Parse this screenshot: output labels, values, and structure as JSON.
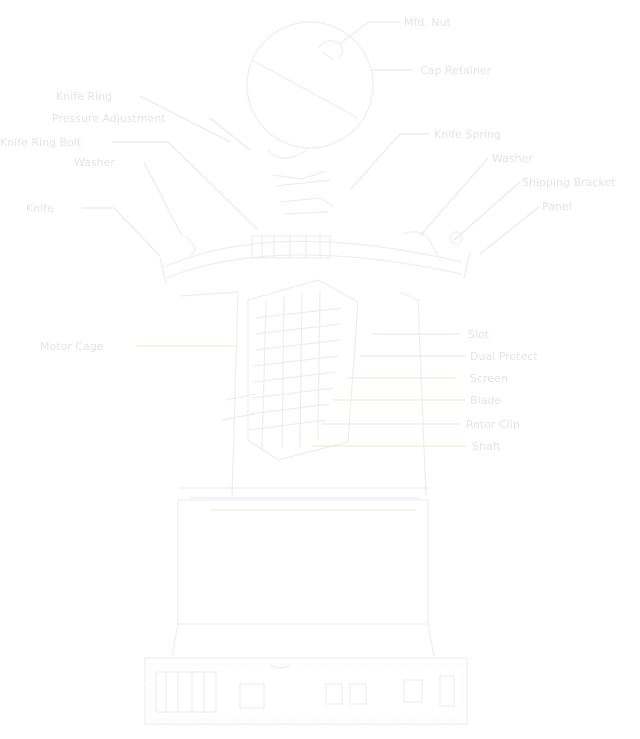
{
  "labels": {
    "top_right_1": "Mfd. Nut",
    "top_right_2": "Cap Retainer",
    "left_1": "Knife Ring",
    "left_2": "Pressure Adjustment",
    "left_3": "Knife Ring Bolt",
    "left_4": "Washer",
    "left_5": "Knife",
    "left_6": "Motor Cage",
    "right_1": "Knife Spring",
    "right_2": "Washer",
    "right_3": "Shipping Bracket",
    "right_4": "Panel",
    "right_5": "Slot",
    "right_6": "Dual Protect",
    "right_7": "Screen",
    "right_8": "Blade",
    "right_9": "Rotor Clip",
    "right_10": "Shaft"
  },
  "colors": {
    "background": "#ffffff",
    "line": "#eaeaea",
    "label": "#e4e4e4"
  }
}
